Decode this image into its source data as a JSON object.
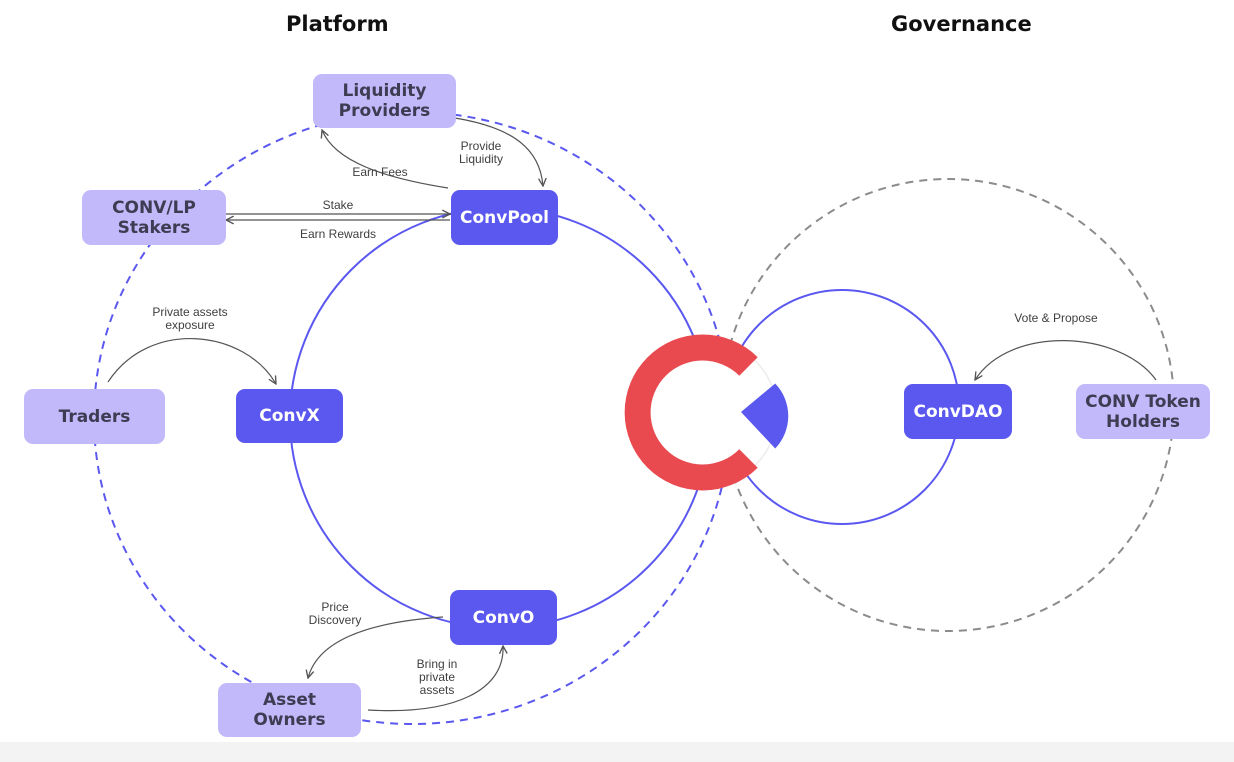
{
  "headings": {
    "platform": "Platform",
    "governance": "Governance"
  },
  "actors": {
    "liquidity_providers": "Liquidity Providers",
    "stakers": "CONV/LP Stakers",
    "traders": "Traders",
    "asset_owners": "Asset Owners",
    "token_holders": "CONV Token Holders"
  },
  "components": {
    "convpool": "ConvPool",
    "convx": "ConvX",
    "convo": "ConvO",
    "convdao": "ConvDAO"
  },
  "flows": {
    "earn_fees": "Earn Fees",
    "provide_liquidity": "Provide Liquidity",
    "stake": "Stake",
    "earn_rewards": "Earn Rewards",
    "private_exposure": "Private assets exposure",
    "price_discovery": "Price Discovery",
    "bring_assets": "Bring in private assets",
    "vote_propose": "Vote & Propose"
  },
  "colors": {
    "role_fill": "#c2b9fb",
    "component_fill": "#5b58f0",
    "platform_ring": "#5b58f0",
    "governance_ring": "#8c8c8c",
    "logo_red": "#e84a4f",
    "logo_purple": "#5b58f0"
  },
  "logo_icon": "conv-c-logo-icon"
}
